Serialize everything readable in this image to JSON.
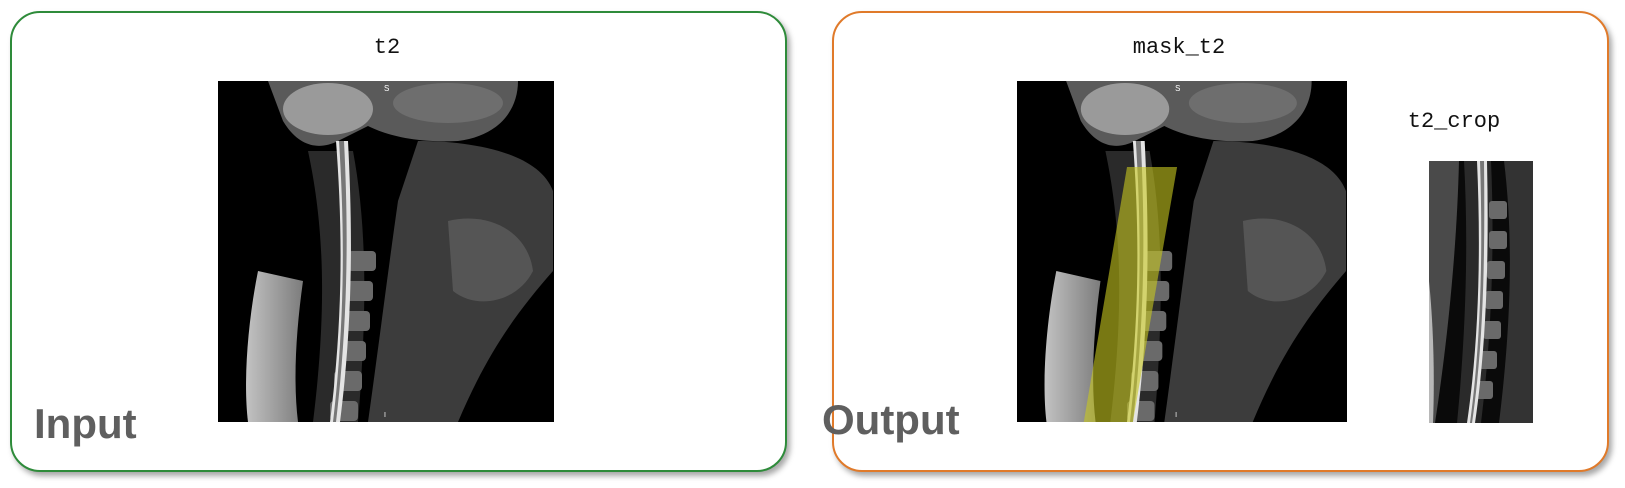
{
  "input_panel": {
    "heading": "Input",
    "border_color": "#2e8b3a",
    "image_title": "t2",
    "orientation_top": "S",
    "orientation_bottom": "I"
  },
  "output_panel": {
    "heading": "Output",
    "border_color": "#e07a2a",
    "mask_title": "mask_t2",
    "mask_color": "#c8c820",
    "crop_title": "t2_crop",
    "orientation_top": "S",
    "orientation_bottom": "I"
  }
}
